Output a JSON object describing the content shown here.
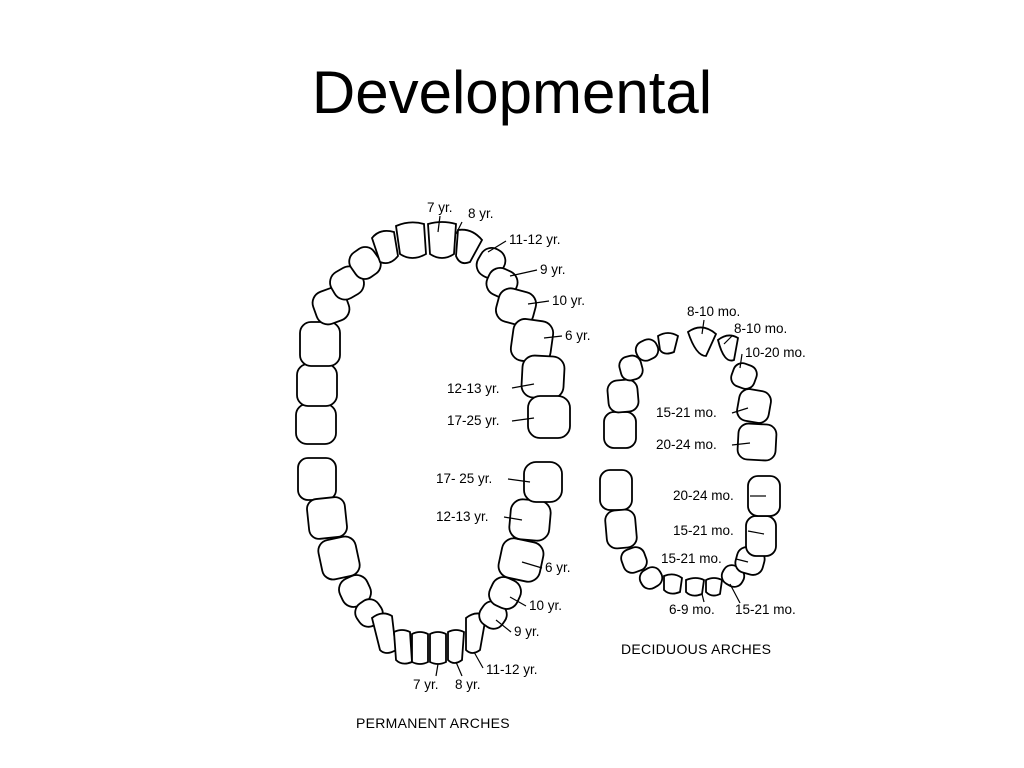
{
  "slide": {
    "title": "Developmental"
  },
  "permanent": {
    "caption": "PERMANENT ARCHES",
    "upper_labels": [
      "7 yr.",
      "8 yr.",
      "11-12 yr.",
      "9 yr.",
      "10 yr.",
      "6 yr.",
      "12-13 yr.",
      "17-25 yr."
    ],
    "lower_labels": [
      "17- 25 yr.",
      "12-13 yr.",
      "6 yr.",
      "10 yr.",
      "9 yr.",
      "11-12 yr.",
      "7 yr.",
      "8 yr."
    ]
  },
  "deciduous": {
    "caption": "DECIDUOUS ARCHES",
    "upper_labels": [
      "8-10 mo.",
      "8-10 mo.",
      "10-20 mo.",
      "15-21 mo.",
      "20-24 mo."
    ],
    "lower_labels": [
      "20-24 mo.",
      "15-21 mo.",
      "15-21 mo.",
      "6-9 mo.",
      "15-21 mo."
    ]
  },
  "colors": {
    "line": "#000000",
    "background": "#ffffff"
  }
}
